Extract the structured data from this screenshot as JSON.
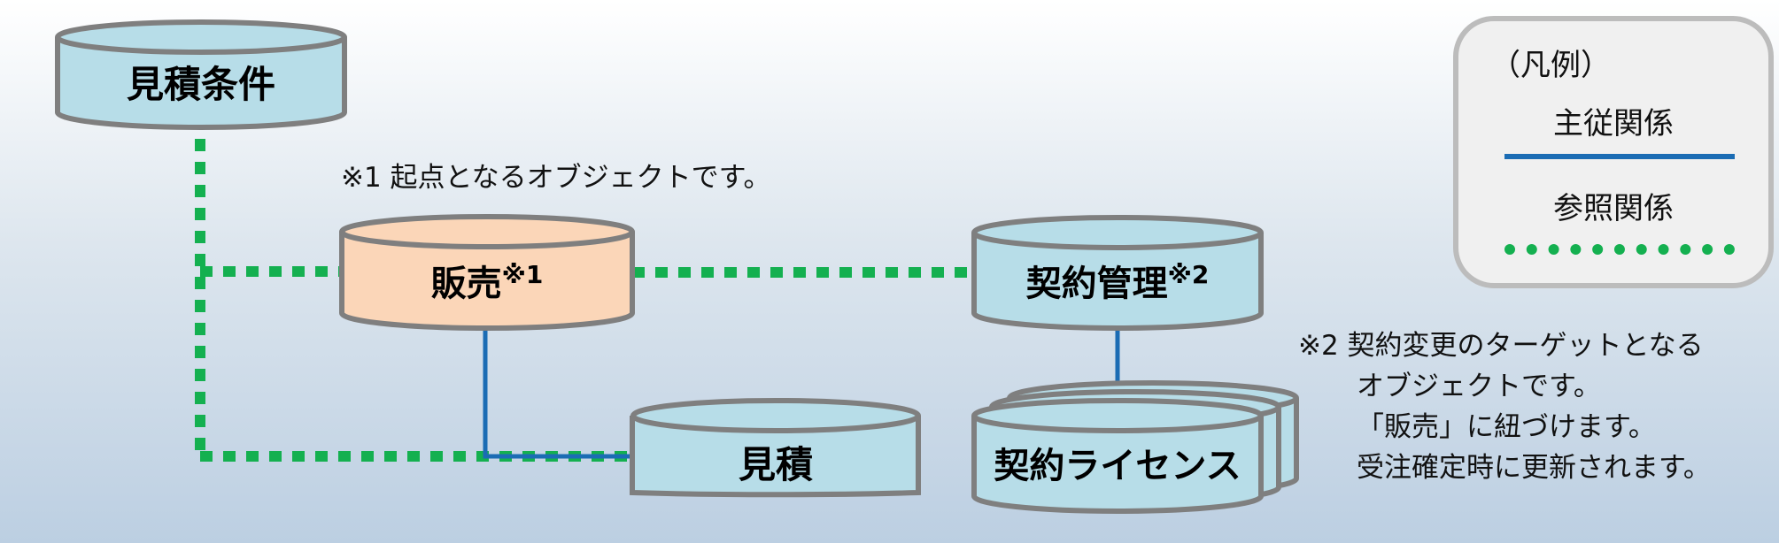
{
  "nodes": {
    "mitsumori_joken": {
      "label": "見積条件",
      "sup": ""
    },
    "hanbai": {
      "label": "販売",
      "sup": "※1"
    },
    "keiyaku_kanri": {
      "label": "契約管理",
      "sup": "※2"
    },
    "mitsumori": {
      "label": "見積",
      "sup": ""
    },
    "keiyaku_license": {
      "label": "契約ライセンス",
      "sup": ""
    }
  },
  "notes": {
    "note1": "※1 起点となるオブジェクトです。",
    "note2": [
      "※2 契約変更のターゲットとなる",
      "オブジェクトです。",
      "「販売」に紐づけます。",
      "受注確定時に更新されます。"
    ]
  },
  "legend": {
    "title": "（凡例）",
    "main_relation": "主従関係",
    "reference_relation": "参照関係"
  },
  "colors": {
    "node_fill": "#b7dde8",
    "highlight_fill": "#fbd6b8",
    "stroke": "#7f7f7f",
    "main_line": "#1b6cb4",
    "reference_line": "#14b050"
  }
}
